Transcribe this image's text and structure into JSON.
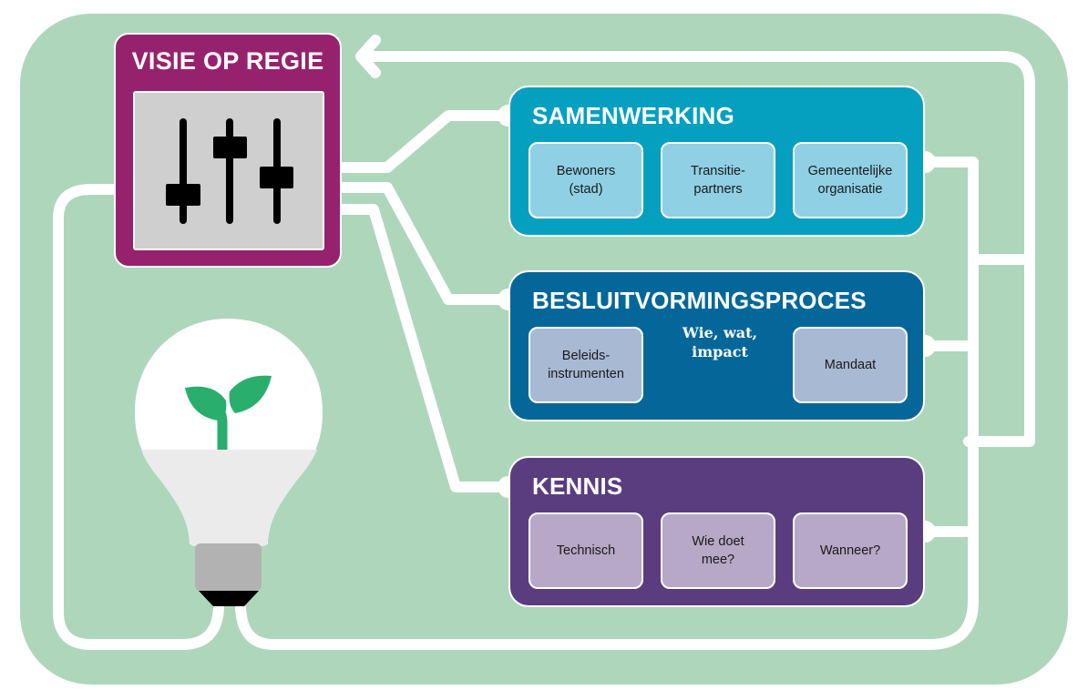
{
  "diagram": {
    "colors": {
      "background": "#aed6bb",
      "connector": "#ffffff",
      "visie": "#96226e",
      "samenwerking": "#05a0bf",
      "samenwerking_card": "#8fd0e4",
      "besluit": "#056799",
      "besluit_card": "#a8b9d3",
      "kennis": "#5a3d7e",
      "kennis_card": "#b6a8c6",
      "sprout": "#2aae6e"
    },
    "visie": {
      "title": "VISIE OP REGIE",
      "icon": "sliders-icon"
    },
    "lightbulb_icon": "lightbulb-sprout-icon",
    "groups": [
      {
        "id": "samenwerking",
        "title": "SAMENWERKING",
        "cards": [
          "Bewoners\n(stad)",
          "Transitie-\npartners",
          "Gemeentelijke\norganisatie"
        ]
      },
      {
        "id": "besluitvormingsproces",
        "title": "BESLUITVORMINGSPROCES",
        "note": "Wie, wat,\nimpact",
        "cards": [
          "Beleids-\ninstrumenten",
          "Mandaat"
        ]
      },
      {
        "id": "kennis",
        "title": "KENNIS",
        "cards": [
          "Technisch",
          "Wie doet\nmee?",
          "Wanneer?"
        ]
      }
    ]
  }
}
